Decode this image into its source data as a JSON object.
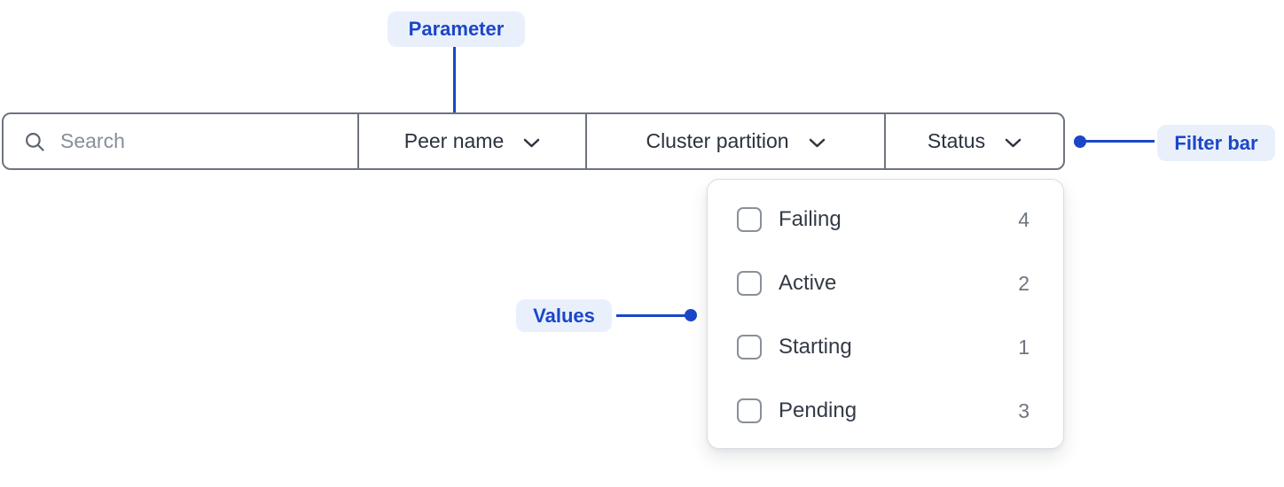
{
  "annotations": {
    "parameter_label": "Parameter",
    "filter_bar_label": "Filter bar",
    "values_label": "Values"
  },
  "filter_bar": {
    "search": {
      "placeholder": "Search",
      "value": ""
    },
    "parameters": [
      {
        "label": "Peer name"
      },
      {
        "label": "Cluster partition"
      },
      {
        "label": "Status"
      }
    ]
  },
  "status_dropdown": {
    "options": [
      {
        "label": "Failing",
        "count": "4",
        "checked": false
      },
      {
        "label": "Active",
        "count": "2",
        "checked": false
      },
      {
        "label": "Starting",
        "count": "1",
        "checked": false
      },
      {
        "label": "Pending",
        "count": "3",
        "checked": false
      }
    ]
  },
  "colors": {
    "annotation_blue": "#1b46c8",
    "annotation_badge_bg": "#e9f0fc",
    "bar_border": "#6e7380",
    "text_dark": "#2a323e",
    "placeholder_gray": "#878e99"
  }
}
